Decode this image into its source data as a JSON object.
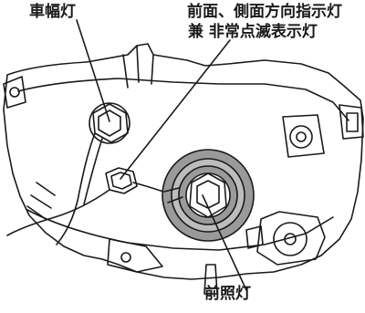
{
  "labels": {
    "side_marker_lamp": "車幅灯",
    "turn_signal_line1": "前面、側面方向指示灯",
    "turn_signal_line2": "兼 非常点滅表示灯",
    "headlamp": "前照灯"
  },
  "colors": {
    "line": "#1a1a1a",
    "background": "#ffffff",
    "bulb_shade": "#9a9a9a",
    "bulb_shade_light": "#bdbdbd"
  }
}
